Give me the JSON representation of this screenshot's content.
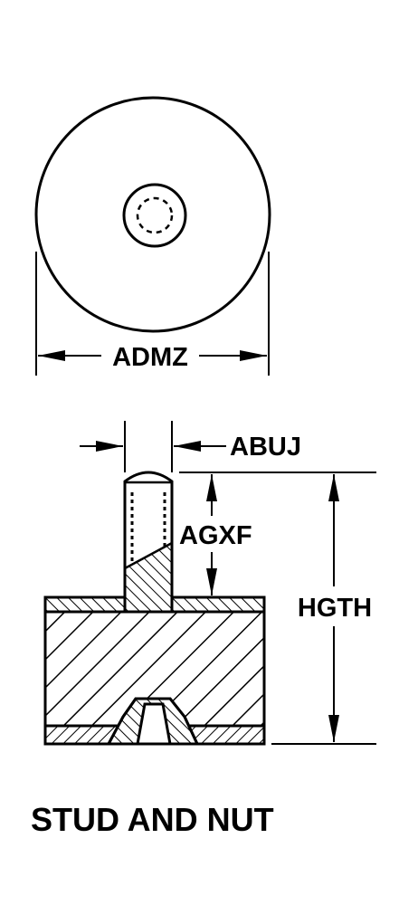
{
  "diagram": {
    "title": "STUD AND NUT",
    "dimensions": {
      "diameter": "ADMZ",
      "stud_width": "ABUJ",
      "stud_length": "AGXF",
      "overall_height": "HGTH"
    }
  },
  "colors": {
    "stroke": "#000000",
    "background": "#ffffff"
  }
}
